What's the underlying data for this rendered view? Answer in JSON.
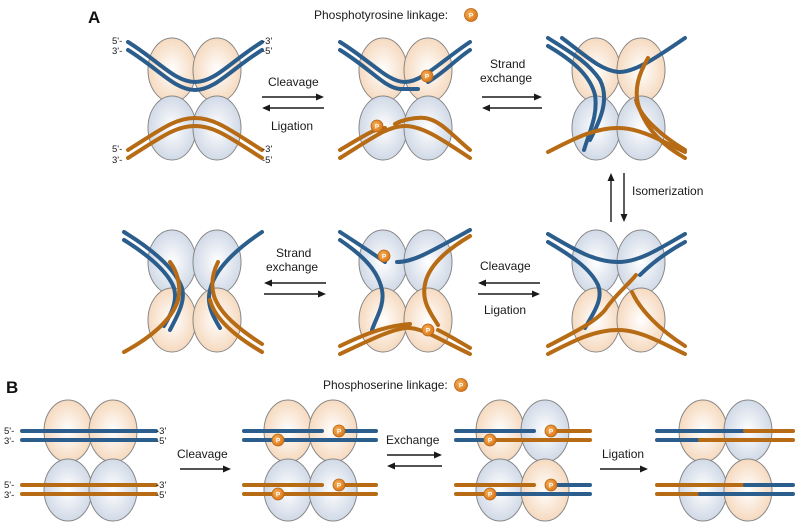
{
  "panels": {
    "a": {
      "label": "A",
      "legend_text": "Phosphotyrosine linkage:",
      "steps": {
        "cleavage_1": "Cleavage",
        "ligation_1": "Ligation",
        "strand_exchange_1_line1": "Strand",
        "strand_exchange_1_line2": "exchange",
        "isomerization": "Isomerization",
        "strand_exchange_2_line1": "Strand",
        "strand_exchange_2_line2": "exchange",
        "cleavage_2": "Cleavage",
        "ligation_2": "Ligation"
      }
    },
    "b": {
      "label": "B",
      "legend_text": "Phosphoserine linkage:",
      "steps": {
        "cleavage": "Cleavage",
        "exchange": "Exchange",
        "ligation": "Ligation"
      }
    }
  },
  "ends": {
    "five": "5'-",
    "three": "3'-",
    "neg_three": "-3'",
    "neg_five": "-5'"
  },
  "phospho_symbol": "P",
  "colors": {
    "blue_strand": "#2b5e8c",
    "orange_strand": "#b66b14",
    "subunit_blue": "#d9e1ec",
    "subunit_orange": "#f6dcc4",
    "phospho": "#e8912a"
  }
}
